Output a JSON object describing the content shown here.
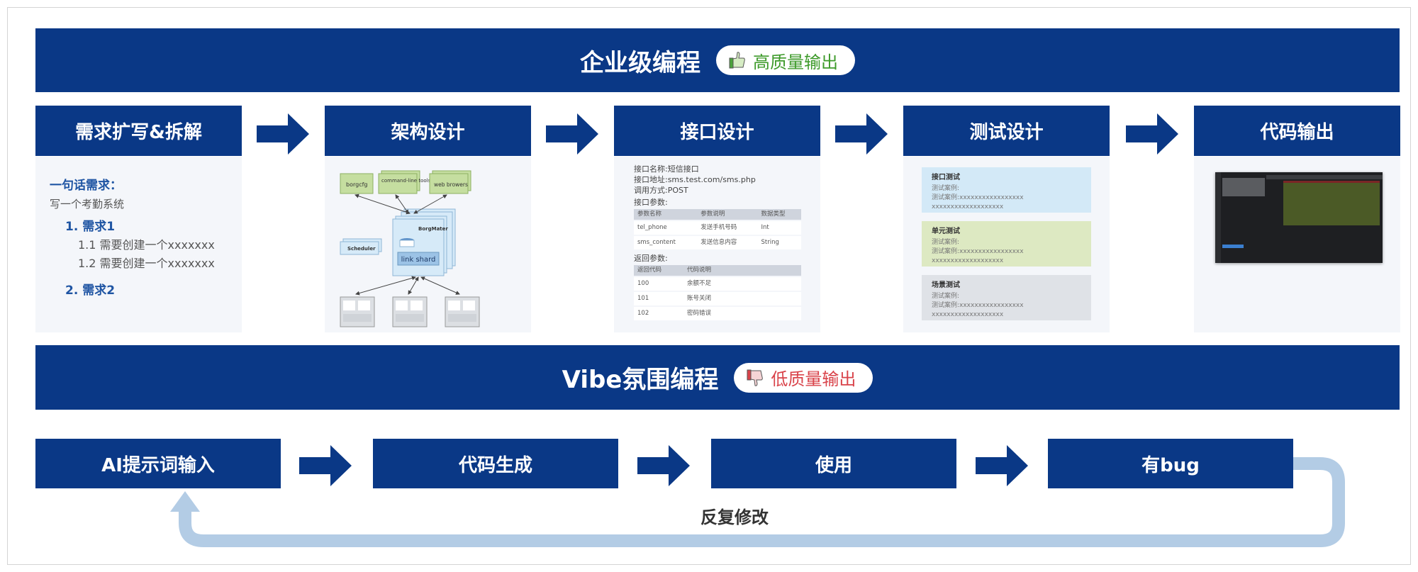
{
  "top_banner": {
    "title": "企业级编程",
    "badge": "高质量输出",
    "badge_color": "#3d9a2a",
    "badge_icon": "thumbs-up"
  },
  "steps": [
    {
      "label": "需求扩写&拆解"
    },
    {
      "label": "架构设计"
    },
    {
      "label": "接口设计"
    },
    {
      "label": "测试设计"
    },
    {
      "label": "代码输出"
    }
  ],
  "requirements": {
    "heading": "一句话需求：",
    "summary": "写一个考勤系统",
    "items": [
      {
        "label": "1. 需求1",
        "subs": [
          "1.1 需要创建一个xxxxxxx",
          "1.2 需要创建一个xxxxxxx"
        ]
      },
      {
        "label": "2. 需求2"
      }
    ]
  },
  "architecture": {
    "clients": [
      "borgcfg",
      "command-line tools",
      "web browers"
    ],
    "master": "BorgMater",
    "shard": "link shard",
    "scheduler": "Scheduler"
  },
  "api": {
    "name": "接口名称:短信接口",
    "address": "接口地址:sms.test.com/sms.php",
    "method": "调用方式:POST",
    "params_title": "接口参数:",
    "params_headers": [
      "参数名称",
      "参数说明",
      "数据类型"
    ],
    "params_rows": [
      [
        "tel_phone",
        "发送手机号码",
        "Int"
      ],
      [
        "sms_content",
        "发送信息内容",
        "String"
      ]
    ],
    "return_title": "返回参数:",
    "return_headers": [
      "返回代码",
      "代码说明"
    ],
    "return_rows": [
      [
        "100",
        "余额不足"
      ],
      [
        "101",
        "账号关闭"
      ],
      [
        "102",
        "密码错误"
      ]
    ]
  },
  "tests": [
    {
      "title": "接口测试",
      "case": "测试案例:",
      "lines": [
        "测试案例:xxxxxxxxxxxxxxxxx",
        "xxxxxxxxxxxxxxxxxxx"
      ],
      "color": "#d3e9f7"
    },
    {
      "title": "单元测试",
      "case": "测试案例:",
      "lines": [
        "测试案例:xxxxxxxxxxxxxxxxx",
        "xxxxxxxxxxxxxxxxxxx"
      ],
      "color": "#dde9c2"
    },
    {
      "title": "场景测试",
      "case": "测试案例:",
      "lines": [
        "测试案例:xxxxxxxxxxxxxxxxx",
        "xxxxxxxxxxxxxxxxxxx"
      ],
      "color": "#dfe2e7"
    }
  ],
  "bottom_banner": {
    "title": "Vibe氛围编程",
    "badge": "低质量输出",
    "badge_color": "#d9434a",
    "badge_icon": "thumbs-down"
  },
  "vibe_steps": [
    {
      "label": "AI提示词输入"
    },
    {
      "label": "代码生成"
    },
    {
      "label": "使用"
    },
    {
      "label": "有bug"
    }
  ],
  "loop_label": "反复修改",
  "colors": {
    "primary": "#0a3886",
    "loop": "#b3cce5",
    "panel": "#f4f6fa"
  }
}
